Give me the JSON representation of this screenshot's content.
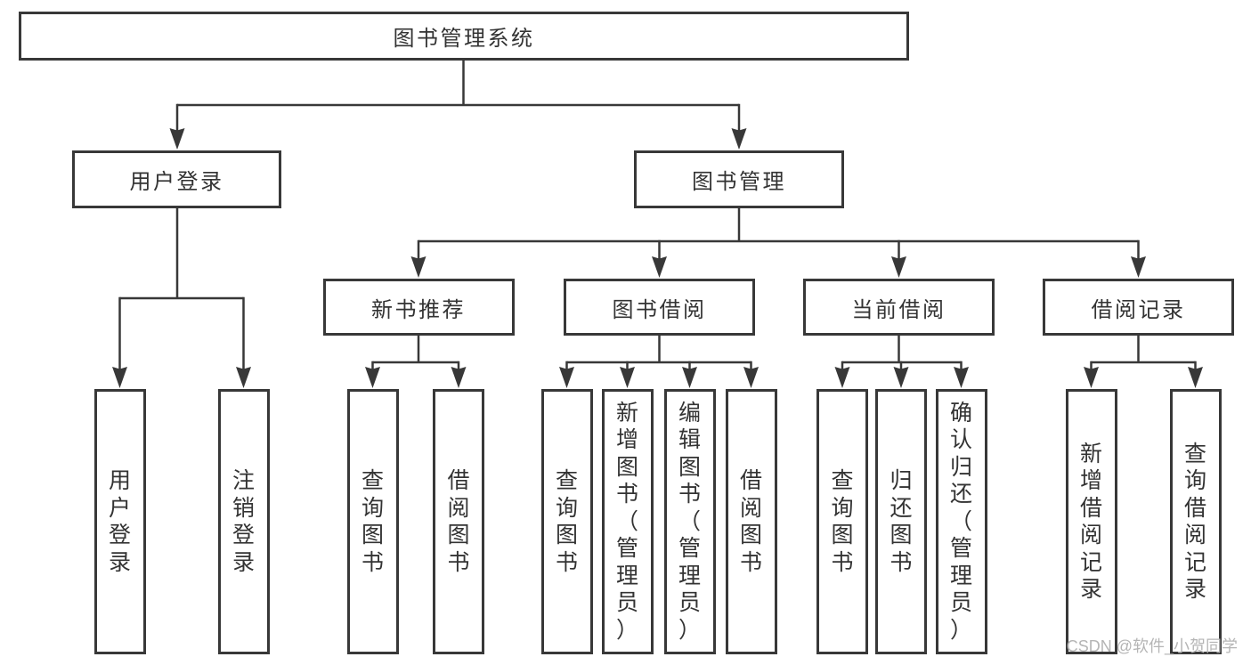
{
  "tree": {
    "root": "图书管理系统",
    "children": [
      {
        "label": "用户登录",
        "children": [
          "用户登录",
          "注销登录"
        ]
      },
      {
        "label": "图书管理",
        "children": [
          {
            "label": "新书推荐",
            "children": [
              "查询图书",
              "借阅图书"
            ]
          },
          {
            "label": "图书借阅",
            "children": [
              "查询图书",
              "新增图书（管理员）",
              "编辑图书（管理员）",
              "借阅图书"
            ]
          },
          {
            "label": "当前借阅",
            "children": [
              "查询图书",
              "归还图书",
              "确认归还（管理员）"
            ]
          },
          {
            "label": "借阅记录",
            "children": [
              "新增借阅记录",
              "查询借阅记录"
            ]
          }
        ]
      }
    ]
  },
  "watermark": {
    "text": "CSDN @软件_小贺同学"
  },
  "colors": {
    "line": "#383838",
    "text": "#333333",
    "background": "#ffffff",
    "watermark": "#b9b9b9"
  }
}
